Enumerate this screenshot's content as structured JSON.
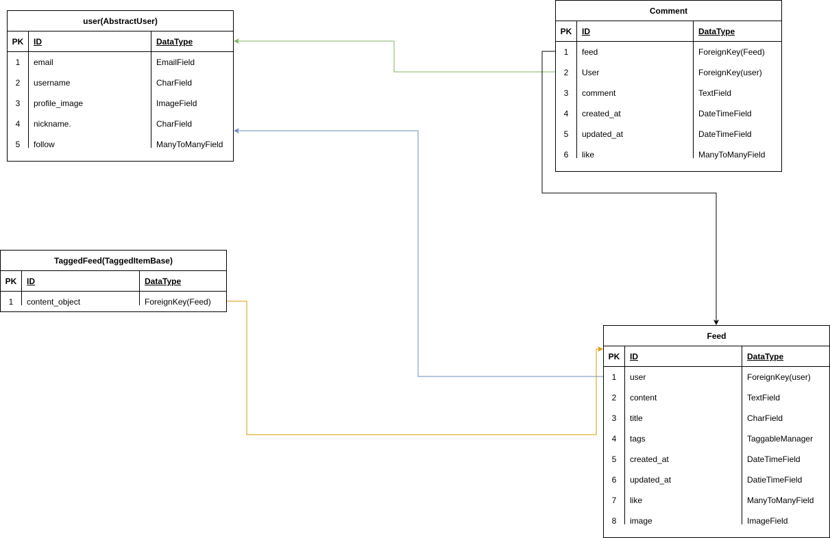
{
  "colors": {
    "green": "#82b366",
    "blue": "#6c8ebf",
    "orange": "#d79b00",
    "black": "#000000"
  },
  "entities": {
    "user": {
      "title": "user(AbstractUser)",
      "header": {
        "pk": "PK",
        "id": "ID",
        "type": "DataType"
      },
      "rows": [
        {
          "pk": "1",
          "name": "email",
          "type": "EmailField"
        },
        {
          "pk": "2",
          "name": "username",
          "type": "CharField"
        },
        {
          "pk": "3",
          "name": "profile_image",
          "type": "ImageField"
        },
        {
          "pk": "4",
          "name": "nickname.",
          "type": "CharField"
        },
        {
          "pk": "5",
          "name": "follow",
          "type": "ManyToManyField"
        }
      ]
    },
    "comment": {
      "title": "Comment",
      "header": {
        "pk": "PK",
        "id": "ID",
        "type": "DataType"
      },
      "rows": [
        {
          "pk": "1",
          "name": "feed",
          "type": "ForeignKey(Feed)"
        },
        {
          "pk": "2",
          "name": "User",
          "type": "ForeignKey(user)"
        },
        {
          "pk": "3",
          "name": "comment",
          "type": "TextField"
        },
        {
          "pk": "4",
          "name": "created_at",
          "type": "DateTimeField"
        },
        {
          "pk": "5",
          "name": "updated_at",
          "type": "DateTimeField"
        },
        {
          "pk": "6",
          "name": "like",
          "type": "ManyToManyField"
        }
      ]
    },
    "taggedfeed": {
      "title": "TaggedFeed(TaggedItemBase)",
      "header": {
        "pk": "PK",
        "id": "ID",
        "type": "DataType"
      },
      "rows": [
        {
          "pk": "1",
          "name": "content_object",
          "type": "ForeignKey(Feed)"
        }
      ]
    },
    "feed": {
      "title": "Feed",
      "header": {
        "pk": "PK",
        "id": "ID",
        "type": "DataType"
      },
      "rows": [
        {
          "pk": "1",
          "name": "user",
          "type": "ForeignKey(user)"
        },
        {
          "pk": "2",
          "name": "content",
          "type": "TextField"
        },
        {
          "pk": "3",
          "name": "title",
          "type": "CharField"
        },
        {
          "pk": "4",
          "name": "tags",
          "type": "TaggableManager"
        },
        {
          "pk": "5",
          "name": "created_at",
          "type": "DateTimeField"
        },
        {
          "pk": "6",
          "name": "updated_at",
          "type": "DatieTimeField"
        },
        {
          "pk": "7",
          "name": "like",
          "type": "ManyToManyField"
        },
        {
          "pk": "8",
          "name": "image",
          "type": "ImageField"
        }
      ]
    }
  },
  "relations": [
    {
      "from": "comment.User",
      "to": "user",
      "color": "green"
    },
    {
      "from": "feed.user",
      "to": "user",
      "color": "blue"
    },
    {
      "from": "taggedfeed.content_object",
      "to": "feed",
      "color": "orange"
    },
    {
      "from": "comment.feed",
      "to": "feed",
      "color": "black"
    }
  ]
}
